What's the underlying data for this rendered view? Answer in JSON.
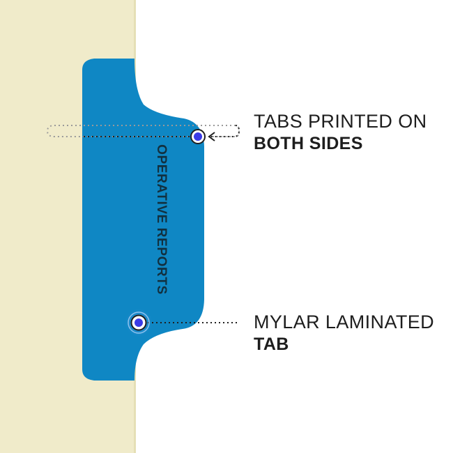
{
  "colors": {
    "background": "#ffffff",
    "folder": "#f0ebca",
    "folder_edge": "#e5dfb6",
    "tab_fill": "#0f87c4",
    "tab_label": "#12303f",
    "callout_text": "#1d1d1d",
    "leader_line": "#1f1f1f",
    "marker_fill": "#3a3ae6",
    "marker_ring": "#ffffff"
  },
  "tab": {
    "label": "OPERATIVE REPORTS"
  },
  "callouts": [
    {
      "line1": "TABS PRINTED ON",
      "line2": "BOTH SIDES",
      "marker": "target-dot-icon"
    },
    {
      "line1": "MYLAR LAMINATED",
      "line2": "TAB",
      "marker": "pulsing-target-icon"
    }
  ]
}
